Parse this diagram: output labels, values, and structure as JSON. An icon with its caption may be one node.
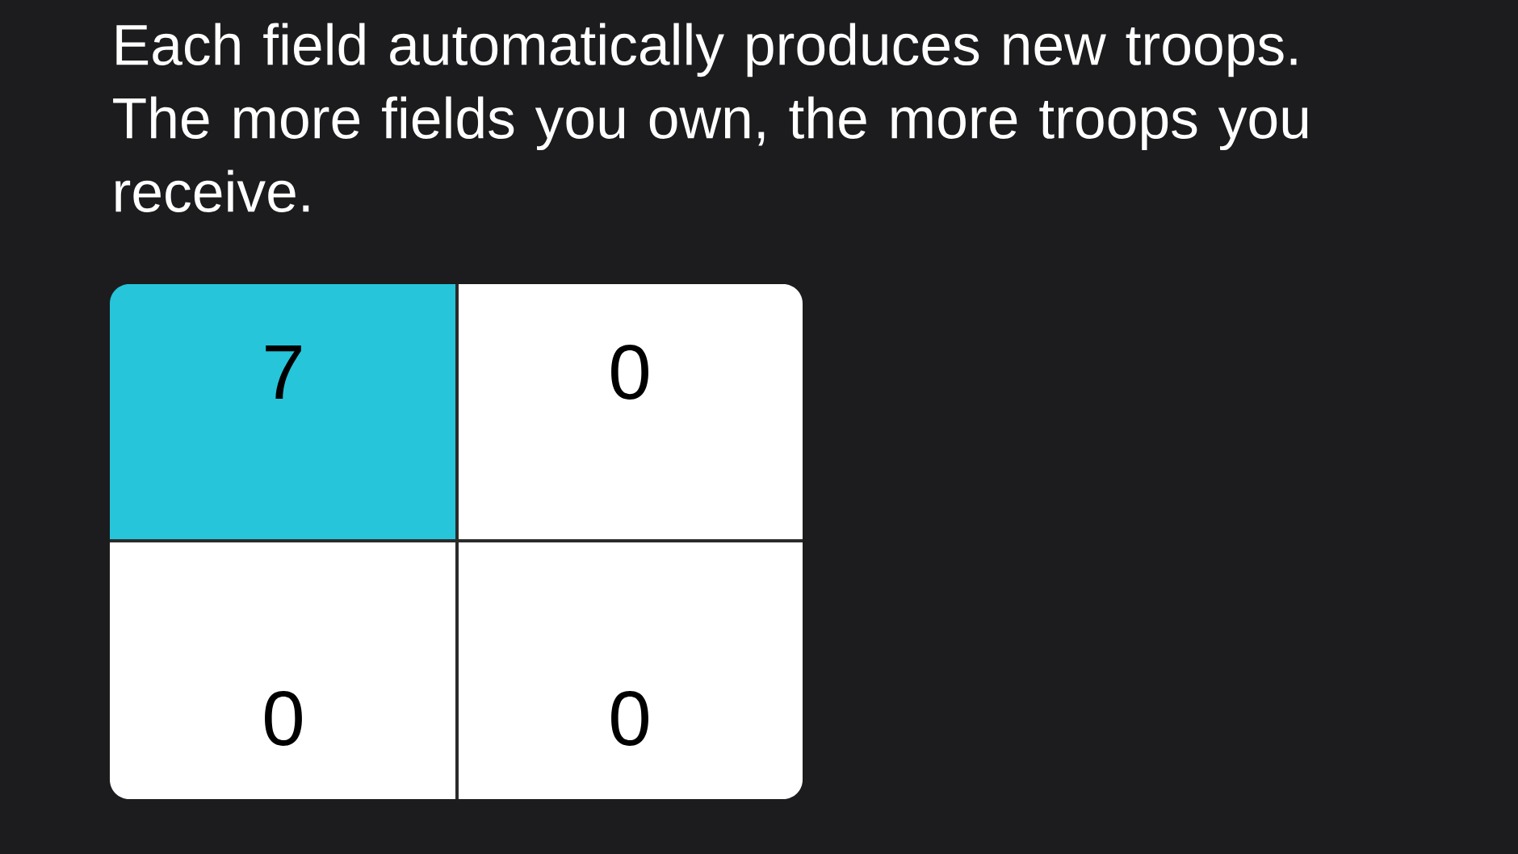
{
  "diagram": {
    "caption": "Each field automatically produces new troops. The more fields you own, the more troops you receive.",
    "nodes": [
      {
        "text": [
          "7"
        ]
      },
      {
        "text": [
          "0"
        ]
      },
      {
        "text": [
          "0"
        ]
      },
      {
        "text": [
          "0"
        ]
      }
    ]
  }
}
